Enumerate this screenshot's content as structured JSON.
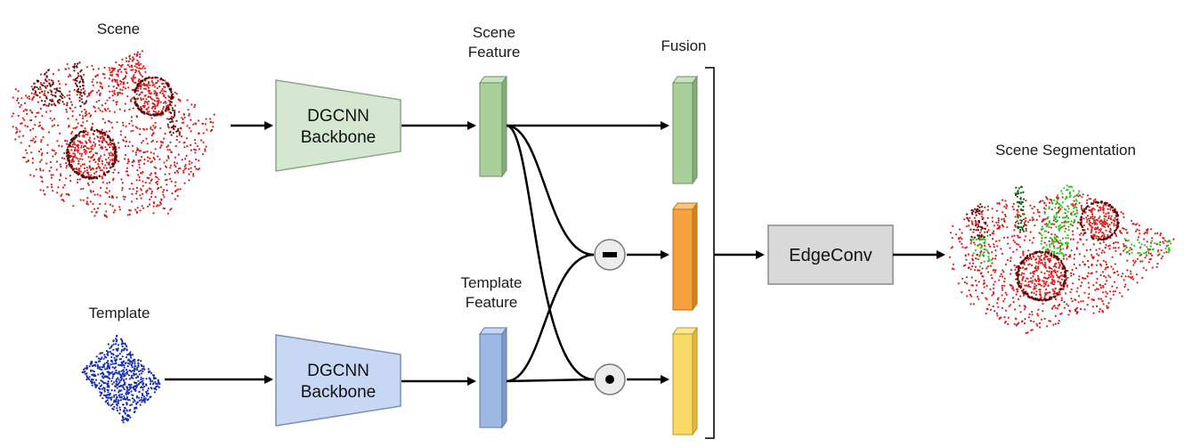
{
  "labels": {
    "scene": "Scene",
    "template": "Template",
    "scene_feature_1": "Scene",
    "scene_feature_2": "Feature",
    "template_feature_1": "Template",
    "template_feature_2": "Feature",
    "fusion": "Fusion",
    "scene_segmentation": "Scene Segmentation"
  },
  "blocks": {
    "scene_backbone_1": "DGCNN",
    "scene_backbone_2": "Backbone",
    "template_backbone_1": "DGCNN",
    "template_backbone_2": "Backbone",
    "edgeconv": "EdgeConv"
  },
  "operators": {
    "subtract": "minus",
    "multiply": "dot"
  },
  "colors": {
    "scene_backbone_fill": "#d6e7d1",
    "scene_backbone_stroke": "#8aaa84",
    "template_backbone_fill": "#c8d8f4",
    "template_backbone_stroke": "#7b8fb5",
    "scene_feature_fill": "#a9cf9b",
    "template_feature_fill": "#9db8e4",
    "diff_feature_fill": "#f5a23e",
    "prod_feature_fill": "#fbd967",
    "edgeconv_fill": "#d9d9d9",
    "scene_points": "#d62020",
    "template_points": "#1a2fb0",
    "segmented_points": "#27c41c"
  }
}
